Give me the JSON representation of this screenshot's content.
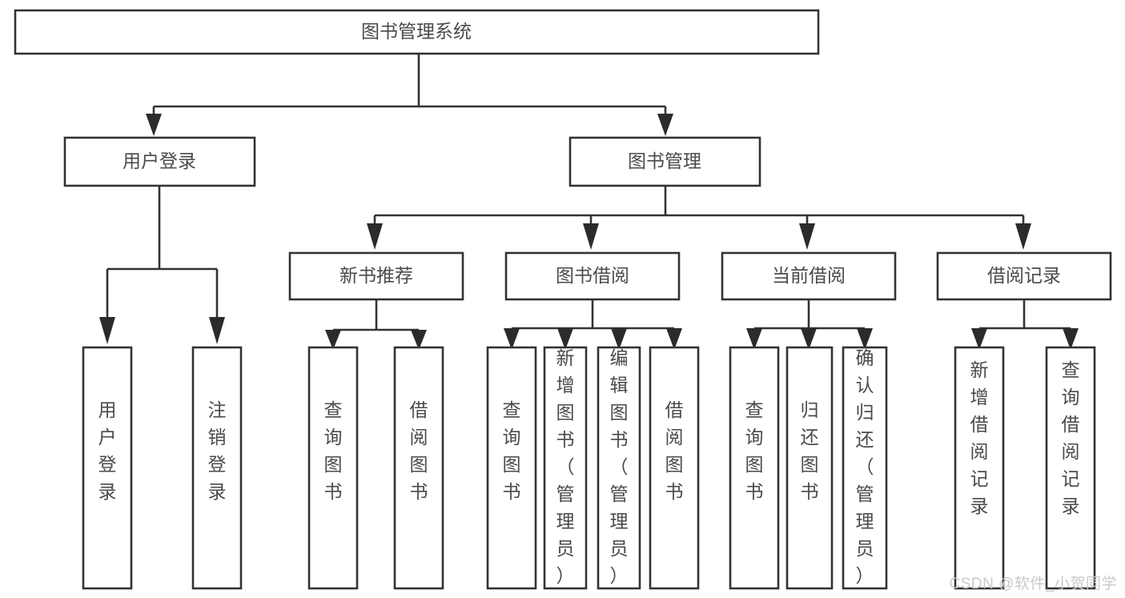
{
  "diagram": {
    "type": "tree-hierarchy",
    "title": "图书管理系统",
    "watermark": "CSDN @软件_小贺同学",
    "colors": {
      "box_stroke": "#333333",
      "box_fill": "#ffffff",
      "text": "#4a4a4a",
      "arrow": "#2b2b2b",
      "watermark": "#c9c9c9",
      "background": "#ffffff"
    },
    "root": {
      "label": "图书管理系统"
    },
    "level2": [
      {
        "label": "用户登录"
      },
      {
        "label": "图书管理"
      }
    ],
    "level3": [
      {
        "label": "新书推荐"
      },
      {
        "label": "图书借阅"
      },
      {
        "label": "当前借阅"
      },
      {
        "label": "借阅记录"
      }
    ],
    "leaves": {
      "user_login": [
        {
          "label": "用户登录"
        },
        {
          "label": "注销登录"
        }
      ],
      "new_book_recommend": [
        {
          "label": "查询图书"
        },
        {
          "label": "借阅图书"
        }
      ],
      "book_borrow": [
        {
          "label": "查询图书"
        },
        {
          "label": "新增图书（管理员）"
        },
        {
          "label": "编辑图书（管理员）"
        },
        {
          "label": "借阅图书"
        }
      ],
      "current_borrow": [
        {
          "label": "查询图书"
        },
        {
          "label": "归还图书"
        },
        {
          "label": "确认归还（管理员）"
        }
      ],
      "borrow_record": [
        {
          "label": "新增借阅记录"
        },
        {
          "label": "查询借阅记录"
        }
      ]
    }
  }
}
